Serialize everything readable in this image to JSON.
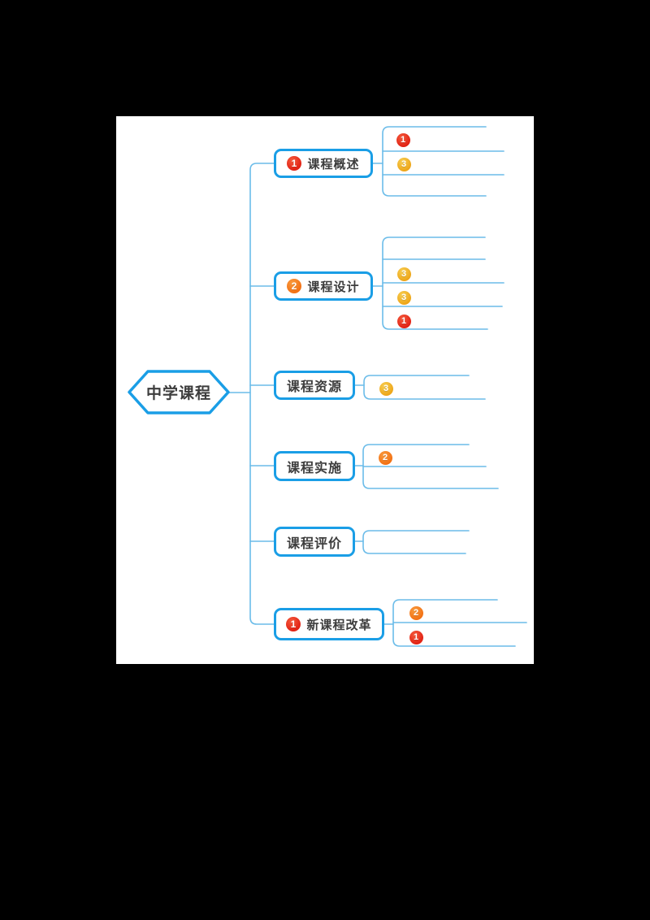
{
  "window": {
    "background": "#000000",
    "canvas_background": "#ffffff"
  },
  "palette": {
    "node_border_blue": "#1a9ee6",
    "connector_blue": "#6bbce9",
    "text_dark": "#3d3d3d",
    "badge_red": "#e01f12",
    "badge_orange": "#f26f12",
    "badge_yellow": "#eda416"
  },
  "mindmap": {
    "root": {
      "label": "中学课程"
    },
    "branches": [
      {
        "label": "课程概述",
        "badge": {
          "glyph": "1",
          "color": "red"
        },
        "children": [
          {
            "label": "",
            "badge": null
          },
          {
            "label": "",
            "badge": {
              "glyph": "1",
              "color": "red"
            }
          },
          {
            "label": "",
            "badge": {
              "glyph": "3",
              "color": "yellow"
            }
          },
          {
            "label": "",
            "badge": null
          }
        ]
      },
      {
        "label": "课程设计",
        "badge": {
          "glyph": "2",
          "color": "orange"
        },
        "children": [
          {
            "label": "",
            "badge": null
          },
          {
            "label": "",
            "badge": null
          },
          {
            "label": "",
            "badge": {
              "glyph": "3",
              "color": "yellow"
            }
          },
          {
            "label": "",
            "badge": {
              "glyph": "3",
              "color": "yellow"
            }
          },
          {
            "label": "",
            "badge": {
              "glyph": "1",
              "color": "red"
            }
          }
        ]
      },
      {
        "label": "课程资源",
        "badge": null,
        "children": [
          {
            "label": "",
            "badge": null
          },
          {
            "label": "",
            "badge": {
              "glyph": "3",
              "color": "yellow"
            }
          }
        ]
      },
      {
        "label": "课程实施",
        "badge": null,
        "children": [
          {
            "label": "",
            "badge": null
          },
          {
            "label": "",
            "badge": {
              "glyph": "2",
              "color": "orange"
            }
          },
          {
            "label": "",
            "badge": null
          }
        ]
      },
      {
        "label": "课程评价",
        "badge": null,
        "children": [
          {
            "label": "",
            "badge": null
          },
          {
            "label": "",
            "badge": null
          }
        ]
      },
      {
        "label": "新课程改革",
        "badge": {
          "glyph": "1",
          "color": "red"
        },
        "children": [
          {
            "label": "",
            "badge": null
          },
          {
            "label": "",
            "badge": {
              "glyph": "2",
              "color": "orange"
            }
          },
          {
            "label": "",
            "badge": {
              "glyph": "1",
              "color": "red"
            }
          }
        ]
      }
    ]
  }
}
